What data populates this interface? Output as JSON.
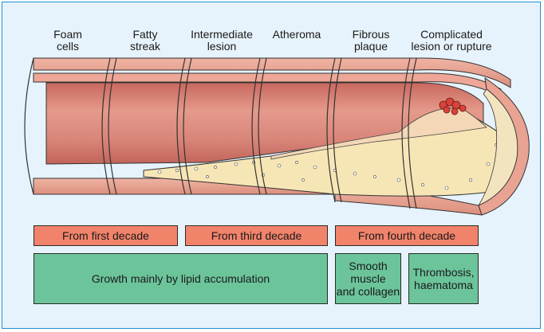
{
  "stages": [
    "Foam\ncells",
    "Fatty\nstreak",
    "Intermediate\nlesion",
    "Atheroma",
    "Fibrous\nplaque",
    "Complicated\nlesion or rupture"
  ],
  "decades": [
    "From first decade",
    "From third decade",
    "From fourth decade"
  ],
  "growth": [
    "Growth mainly by lipid accumulation",
    "Smooth\nmuscle\nand collagen",
    "Thrombosis,\nhaematoma"
  ],
  "colors": {
    "frame_bg": "#e7f3fc",
    "frame_border": "#1e8fd0",
    "decade_box": "#f2836b",
    "growth_box": "#6cc49b",
    "vessel_wall": "#e9a393",
    "lumen": "#d9857a",
    "lipid_core": "#f7e6b5",
    "thrombus": "#d8433a"
  }
}
